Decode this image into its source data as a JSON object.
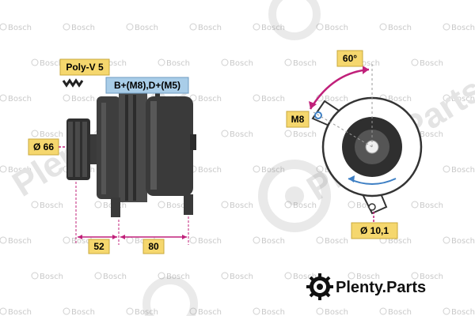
{
  "labels": {
    "poly_v": "Poly-V 5",
    "terminals": "B+(M8),D+(M5)",
    "diameter_pulley": "Ø 66",
    "dim_left": "52",
    "dim_right": "80",
    "angle": "60°",
    "mount_thread": "M8",
    "diameter_mount": "Ø 10,1"
  },
  "watermark": {
    "repeat_text": "Bosch",
    "brand": "Plenty.Parts",
    "big_text": "Plenty.Parts"
  },
  "colors": {
    "label_bg": "#f5d76e",
    "terminal_bg": "#a9cde8",
    "dim_line": "#c0207a",
    "angle_arrow": "#c0207a",
    "rotation_arrow": "#3d7fc4",
    "body_dark": "#3a3a3a",
    "body_mid": "#5a5a5a"
  }
}
